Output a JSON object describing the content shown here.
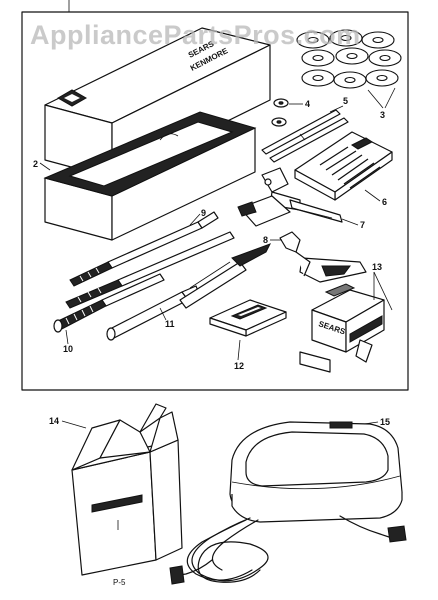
{
  "watermark": {
    "text": "AppliancePartsPros.com"
  },
  "box_brand": {
    "line1": "SEARS",
    "line2": "KENMORE"
  },
  "page_code": "P-5",
  "callouts": {
    "c2": "2",
    "c3": "3",
    "c4": "4",
    "c5": "5",
    "c6": "6",
    "c7": "7",
    "c8": "8",
    "c9": "9",
    "c10": "10",
    "c11": "11",
    "c12": "12",
    "c13": "13",
    "c14": "14",
    "c15": "15"
  },
  "colors": {
    "ink": "#111111",
    "paper": "#ffffff",
    "watermark": "#b8b8b8"
  }
}
